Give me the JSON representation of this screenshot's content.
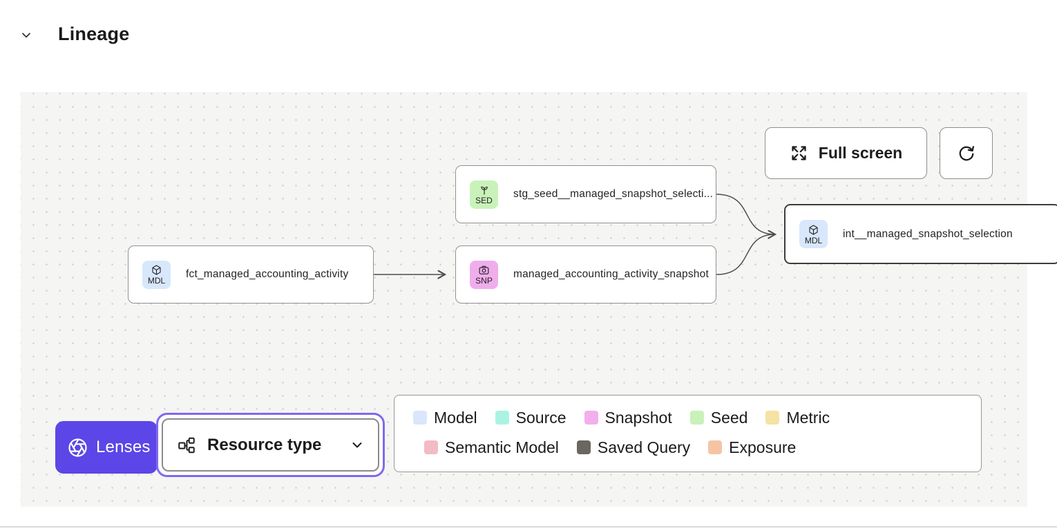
{
  "header": {
    "title": "Lineage",
    "collapse_icon": "chevron-down-icon"
  },
  "canvas": {
    "controls": {
      "full_screen_label": "Full screen",
      "full_screen_icon": "expand-arrows-icon",
      "refresh_icon": "refresh-icon"
    },
    "nodes": [
      {
        "badge": "SED",
        "type": "seed",
        "icon": "sprout-icon",
        "label": "stg_seed__managed_snapshot_selecti...",
        "selected": false
      },
      {
        "badge": "MDL",
        "type": "model",
        "icon": "cube-icon",
        "label": "fct_managed_accounting_activity",
        "selected": false
      },
      {
        "badge": "SNP",
        "type": "snapshot",
        "icon": "camera-icon",
        "label": "managed_accounting_activity_snapshot",
        "selected": false
      },
      {
        "badge": "MDL",
        "type": "model",
        "icon": "cube-icon",
        "label": "int__managed_snapshot_selection",
        "selected": true
      }
    ],
    "lenses_button": {
      "label": "Lenses",
      "icon": "aperture-icon"
    },
    "resource_type_dropdown": {
      "label": "Resource type",
      "icon": "hierarchy-icon",
      "state": "focused"
    },
    "legend": {
      "row1": [
        {
          "label": "Model",
          "color": "#d9e6fb"
        },
        {
          "label": "Source",
          "color": "#aaf3e2"
        },
        {
          "label": "Snapshot",
          "color": "#f1b0ed"
        },
        {
          "label": "Seed",
          "color": "#c9f1ba"
        },
        {
          "label": "Metric",
          "color": "#f6e2a4"
        }
      ],
      "row2": [
        {
          "label": "Semantic Model",
          "color": "#f3bac8"
        },
        {
          "label": "Saved Query",
          "color": "#6b6660"
        },
        {
          "label": "Exposure",
          "color": "#f6c4a5"
        }
      ]
    }
  },
  "colors": {
    "accent_purple": "#5c46e7",
    "focus_ring_purple": "#8266f2",
    "canvas_background": "#f5f5f3",
    "node_border": "#919191",
    "selected_node_border": "#3c3c3c",
    "badge_model": "#d8e7fb",
    "badge_seed": "#c9f2ba",
    "badge_snapshot": "#f0adec",
    "edge": "#4d4d4d"
  }
}
